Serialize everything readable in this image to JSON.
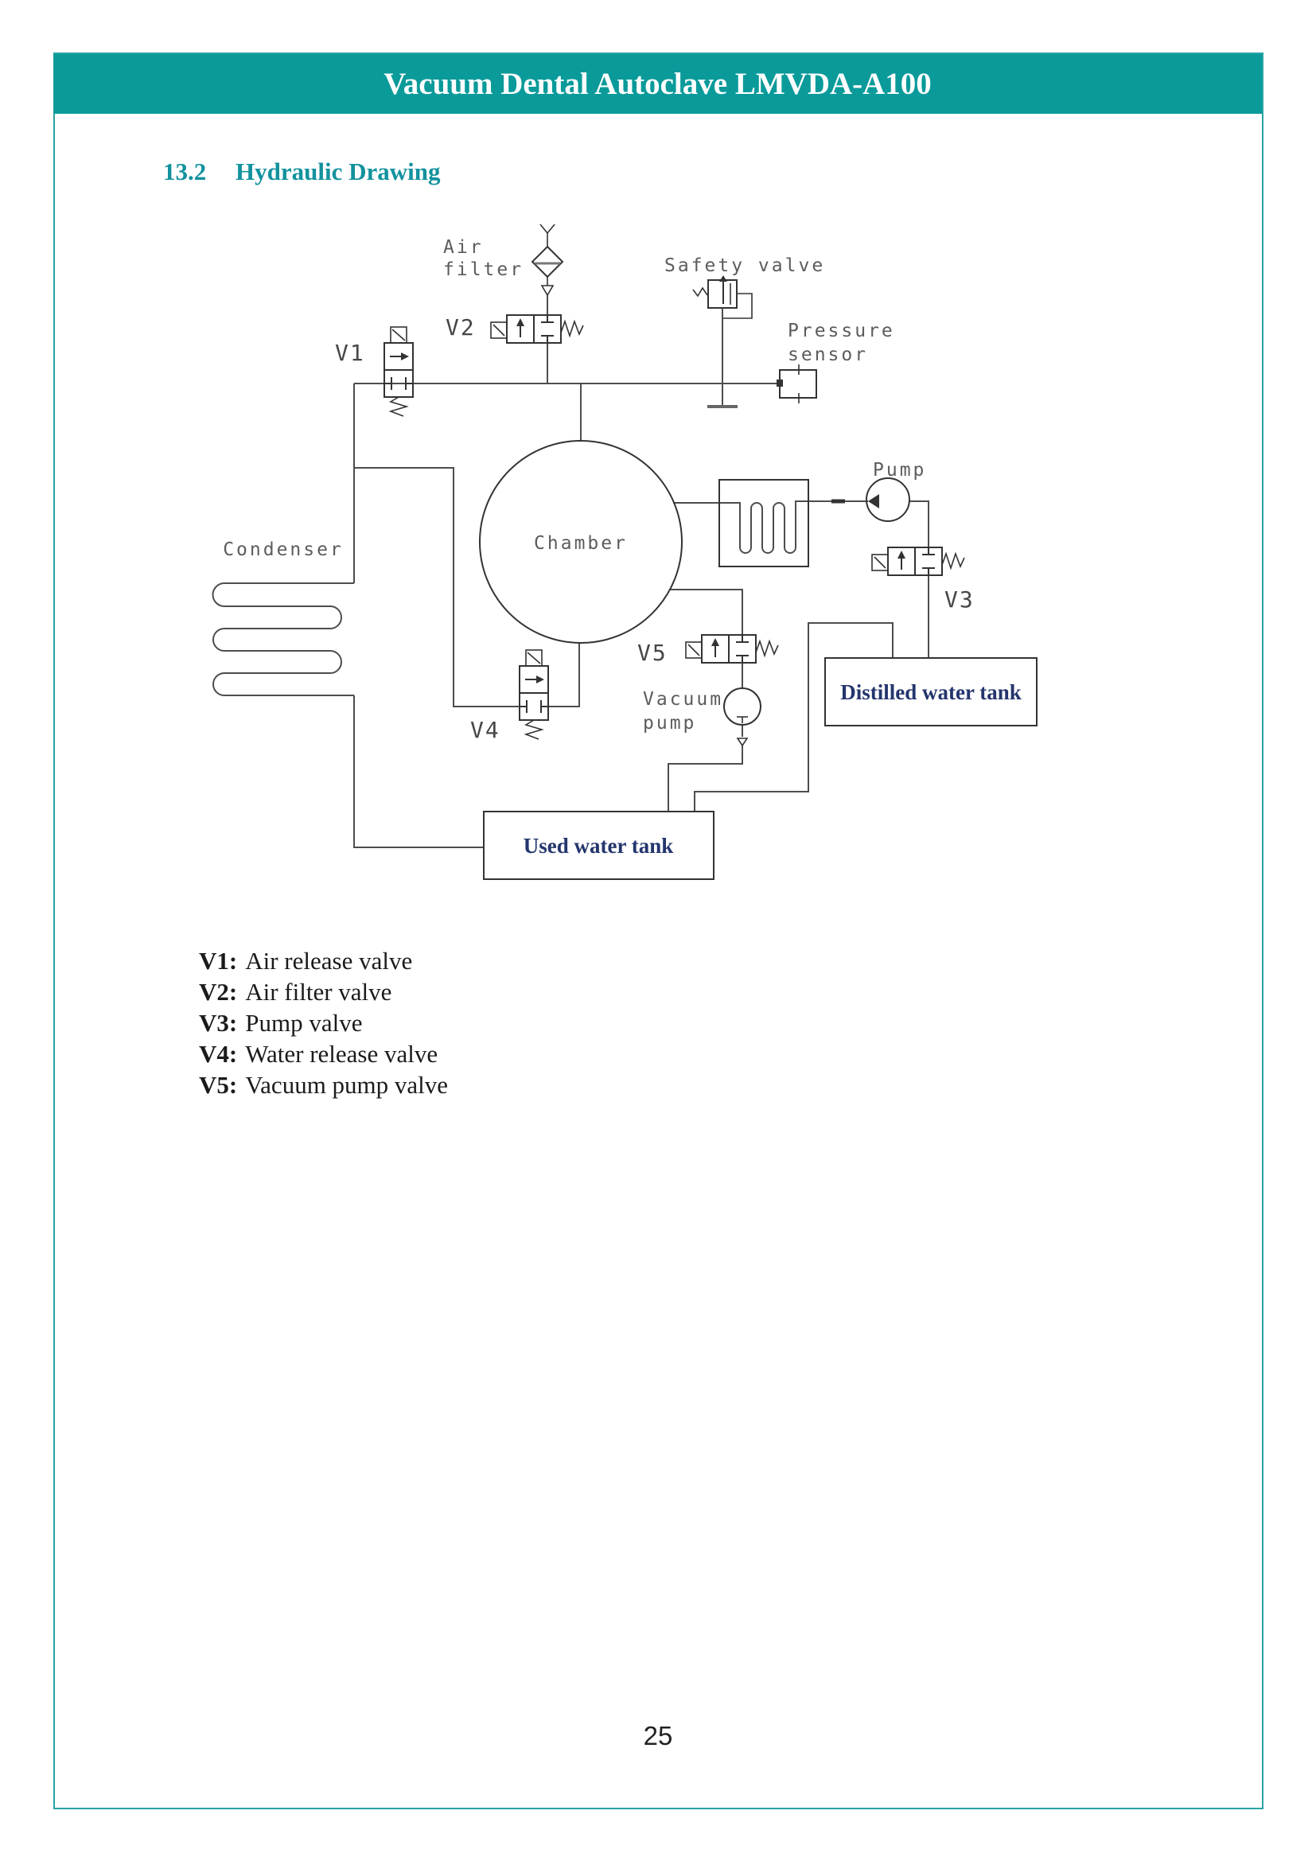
{
  "page": {
    "header_title": "Vacuum Dental Autoclave LMVDA-A100",
    "section_number": "13.2",
    "section_title": "Hydraulic Drawing",
    "page_number": "25",
    "accent_color": "#0a9a9a",
    "border_color": "#2aa3a3"
  },
  "diagram": {
    "line_color": "#4d4d4d",
    "label_color": "#5c5c5c",
    "tank_label_color": "#24356d",
    "labels": {
      "air_filter_line1": "Air",
      "air_filter_line2": "filter",
      "safety_valve": "Safety valve",
      "pressure_sensor_line1": "Pressure",
      "pressure_sensor_line2": "sensor",
      "chamber": "Chamber",
      "condenser": "Condenser",
      "pump": "Pump",
      "vacuum_pump_line1": "Vacuum",
      "vacuum_pump_line2": "pump",
      "v1": "V1",
      "v2": "V2",
      "v3": "V3",
      "v4": "V4",
      "v5": "V5",
      "distilled_tank": "Distilled water tank",
      "used_tank": "Used water tank"
    }
  },
  "legend": {
    "items": [
      {
        "key": "V1:",
        "desc": "Air release valve"
      },
      {
        "key": "V2:",
        "desc": "Air filter valve"
      },
      {
        "key": "V3:",
        "desc": "Pump valve"
      },
      {
        "key": "V4:",
        "desc": "Water release valve"
      },
      {
        "key": "V5:",
        "desc": "Vacuum pump valve"
      }
    ]
  }
}
